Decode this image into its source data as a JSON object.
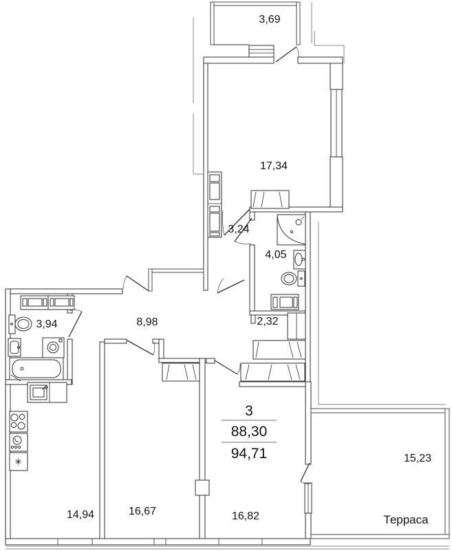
{
  "summary": {
    "rooms_count": "3",
    "living_area": "88,30",
    "total_area": "94,71"
  },
  "rooms": {
    "balcony": {
      "area": "3,69"
    },
    "living": {
      "area": "17,34"
    },
    "hall": {
      "area": "3,24"
    },
    "bathroom_big": {
      "area": "4,05"
    },
    "lobby": {
      "area": "2,32"
    },
    "corridor": {
      "area": "8,98"
    },
    "bathroom_small": {
      "area": "3,94"
    },
    "kitchen": {
      "area": "14,94"
    },
    "bedroom": {
      "area": "16,67"
    },
    "living2": {
      "area": "16,82"
    },
    "terrace": {
      "area": "15,23",
      "name": "Терраса"
    }
  },
  "colors": {
    "wall": "#2e2e2e",
    "thin_line": "#8a8a8a",
    "text": "#111111",
    "background": "#ffffff"
  }
}
